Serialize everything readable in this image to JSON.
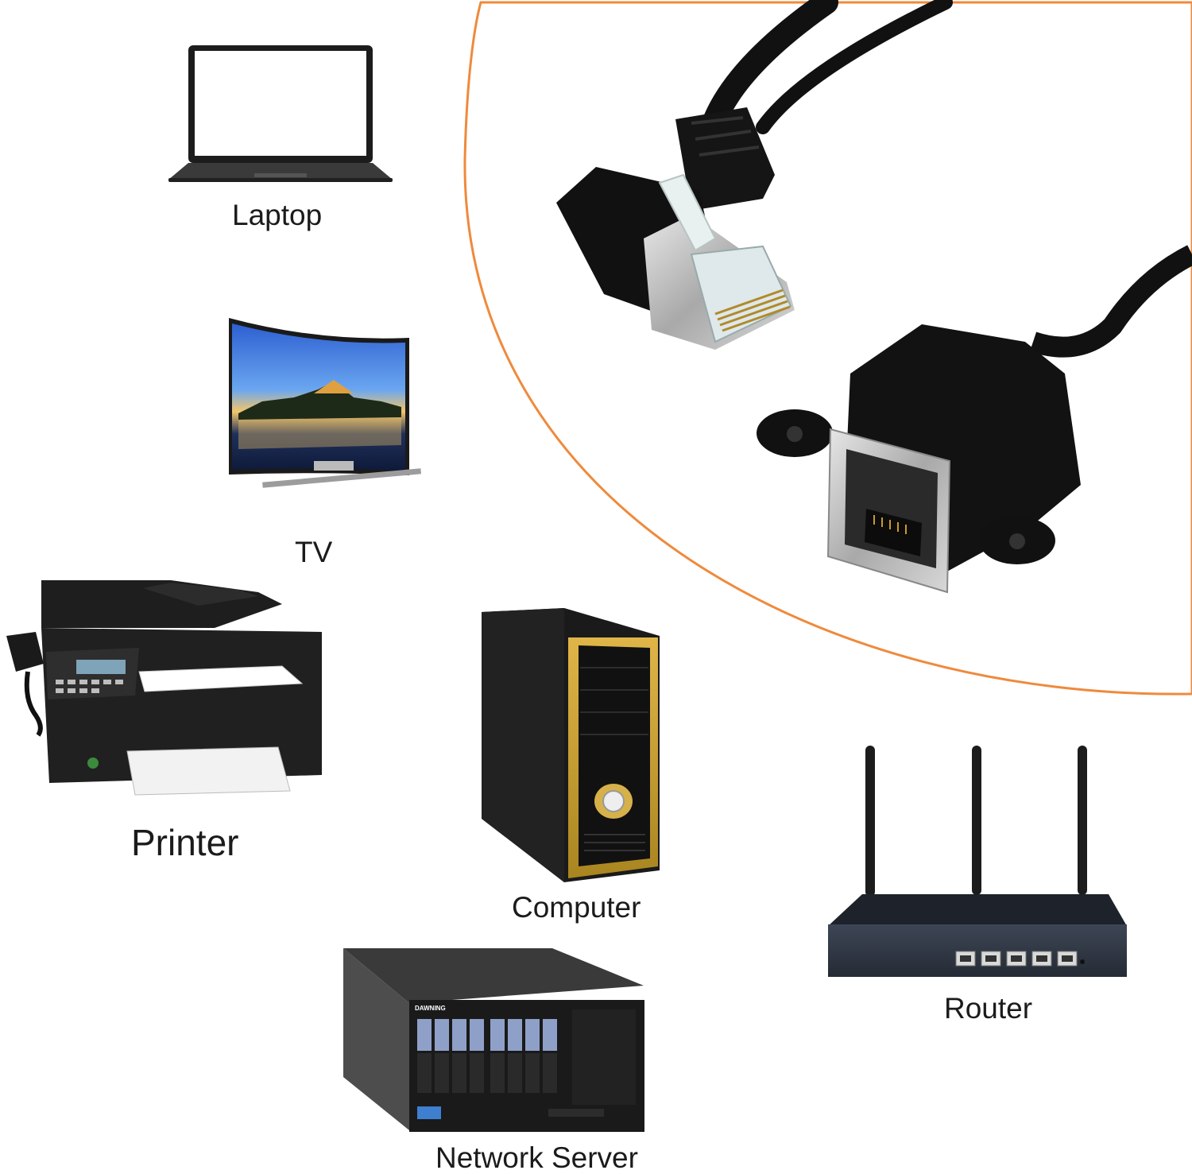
{
  "accent_color": "#ef8a3c",
  "devices": {
    "laptop": {
      "label": "Laptop",
      "icon": "laptop-icon"
    },
    "tv": {
      "label": "TV",
      "icon": "tv-icon"
    },
    "printer": {
      "label": "Printer",
      "icon": "printer-icon"
    },
    "computer": {
      "label": "Computer",
      "icon": "computer-tower-icon"
    },
    "router": {
      "label": "Router",
      "icon": "router-icon"
    },
    "server": {
      "label": "Network Server",
      "icon": "server-icon",
      "brand": "DAWNING"
    }
  },
  "product": {
    "icon": "ethernet-cable-icon"
  }
}
